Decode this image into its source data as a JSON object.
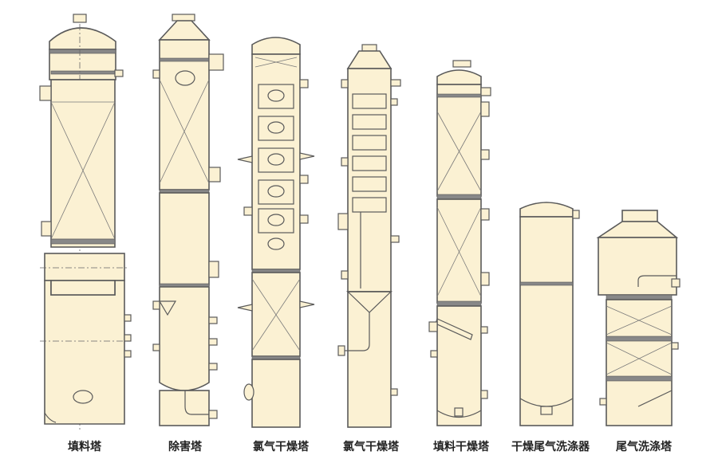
{
  "towers": [
    {
      "id": "t1",
      "label": "填料塔"
    },
    {
      "id": "t2",
      "label": "除害塔"
    },
    {
      "id": "t3",
      "label": "氯气干燥塔"
    },
    {
      "id": "t4",
      "label": "氯气干燥塔"
    },
    {
      "id": "t5",
      "label": "填料干燥塔"
    },
    {
      "id": "t6",
      "label": "干燥尾气洗涤器"
    },
    {
      "id": "t7",
      "label": "尾气洗涤塔"
    }
  ],
  "colors": {
    "vessel_fill": "#fbf1d3",
    "outline": "#5a5a5a",
    "background": "#ffffff"
  }
}
